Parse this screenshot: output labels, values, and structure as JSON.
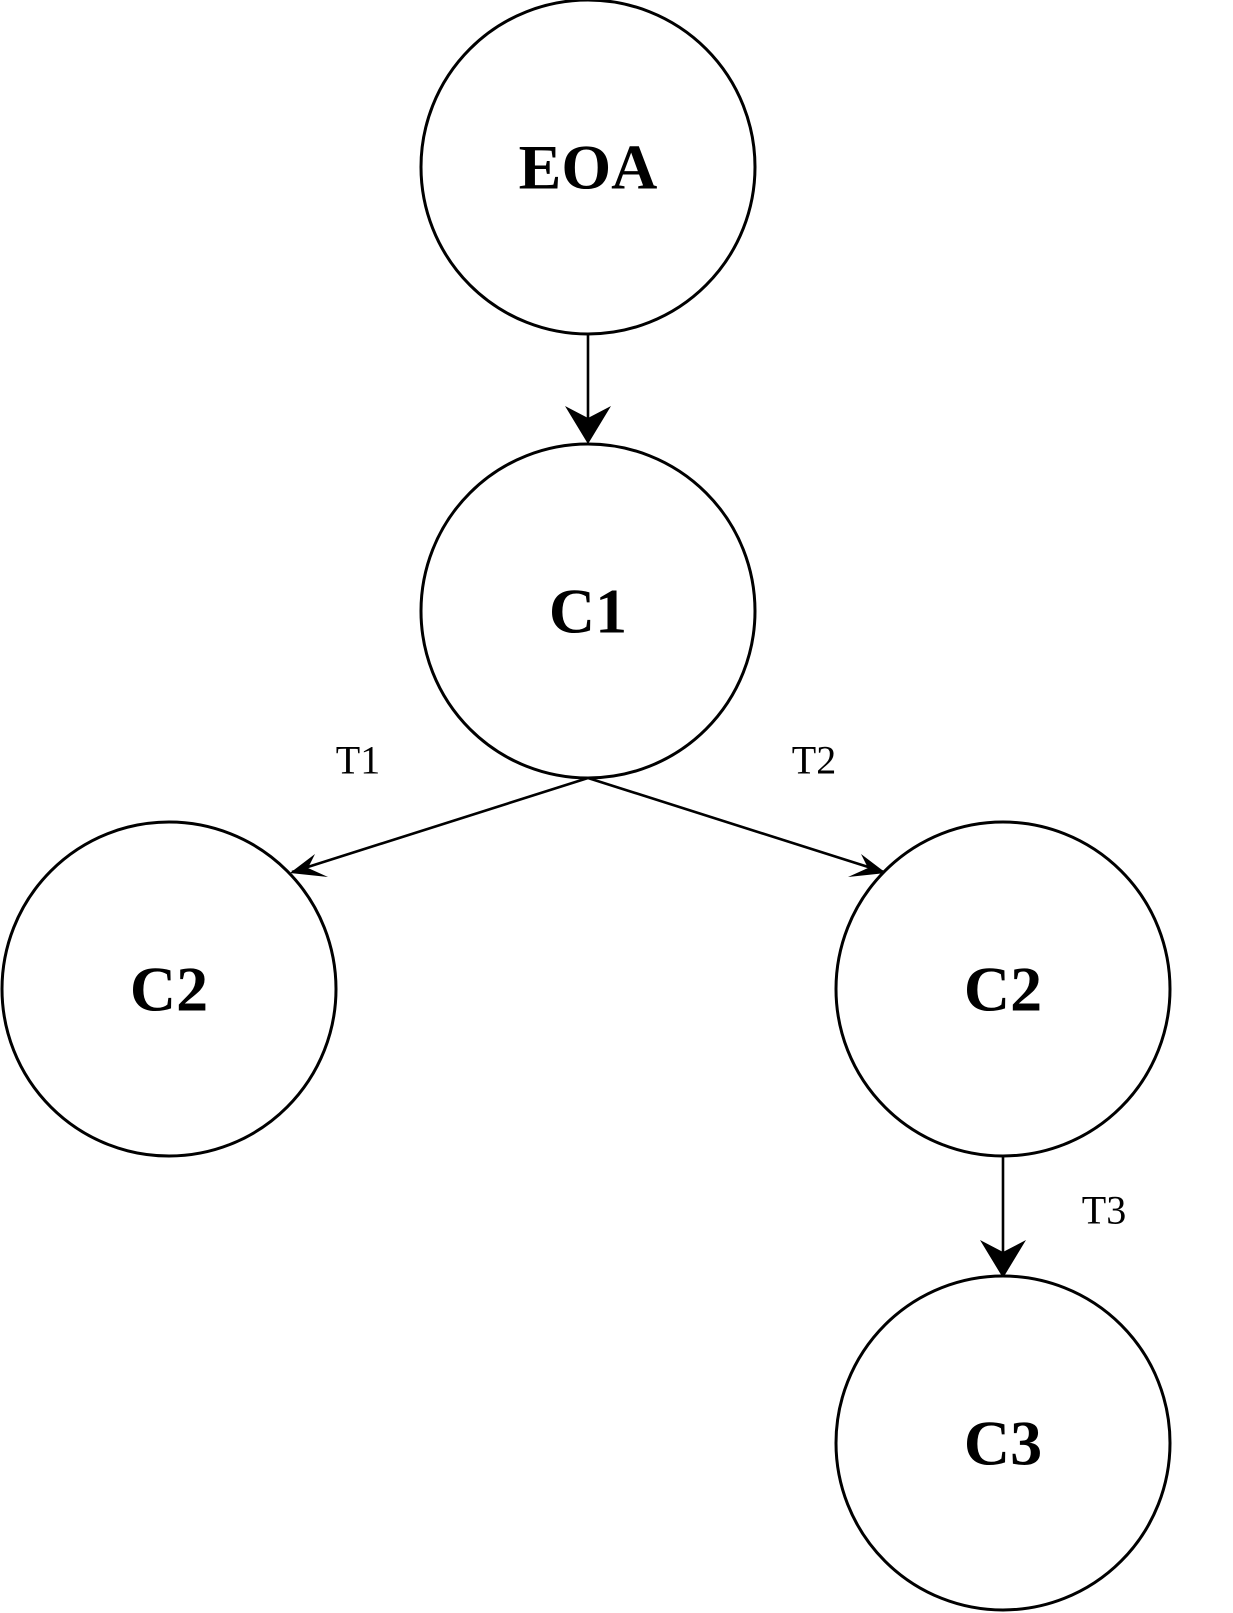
{
  "diagram": {
    "nodes": {
      "eoa": {
        "label": "EOA"
      },
      "c1": {
        "label": "C1"
      },
      "c2_left": {
        "label": "C2"
      },
      "c2_right": {
        "label": "C2"
      },
      "c3": {
        "label": "C3"
      }
    },
    "edges": {
      "eoa_to_c1": {
        "label": ""
      },
      "c1_to_c2_left": {
        "label": "T1"
      },
      "c1_to_c2_right": {
        "label": "T2"
      },
      "c2_right_to_c3": {
        "label": "T3"
      }
    }
  }
}
